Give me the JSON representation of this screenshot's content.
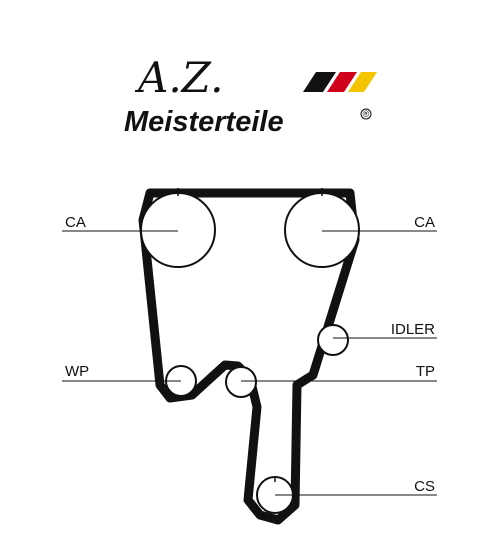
{
  "logo": {
    "initials": "A.Z.",
    "wordmark": "Meisterteile",
    "registered": "®",
    "flag_colors": [
      "#111111",
      "#d0011b",
      "#f5c400"
    ]
  },
  "diagram": {
    "belt_color": "#111111",
    "labels": {
      "ca_left": "CA",
      "ca_right": "CA",
      "idler": "IDLER",
      "wp": "WP",
      "tp": "TP",
      "cs": "CS"
    }
  }
}
